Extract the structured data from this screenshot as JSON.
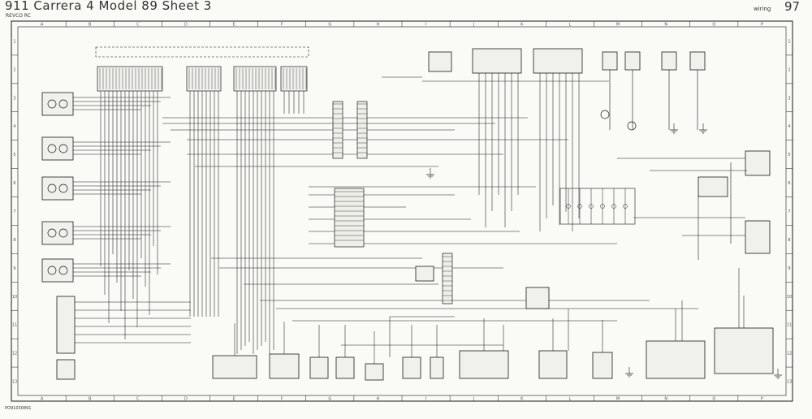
{
  "header": {
    "title": "911 Carrera 4   Model 89  Sheet 3",
    "subtitle": "REVCO RC",
    "corner_label": "wiring",
    "sheet_number": "97"
  },
  "footer": {
    "code": "PO91030891"
  },
  "grid": {
    "columns": [
      "A",
      "B",
      "C",
      "D",
      "E",
      "F",
      "G",
      "H",
      "I",
      "J",
      "K",
      "L",
      "M",
      "N",
      "O",
      "P"
    ],
    "rows": [
      "1",
      "2",
      "3",
      "4",
      "5",
      "6",
      "7",
      "8",
      "9",
      "10",
      "11",
      "12",
      "13"
    ]
  },
  "colors": {
    "ink": "#1a1a1a",
    "paper": "#fafaf7",
    "frame": "#444444"
  }
}
